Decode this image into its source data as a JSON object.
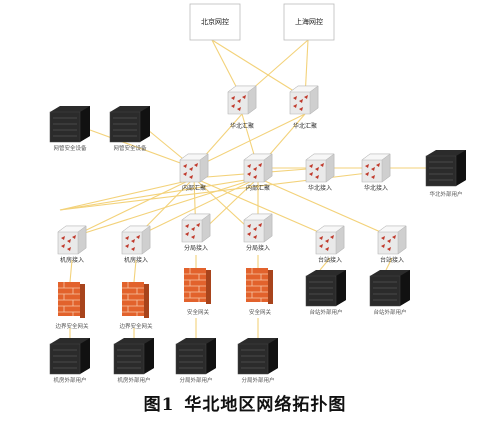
{
  "nodes": {
    "beijing_center": "北京网控",
    "shanghai_center": "上海网控",
    "hub_left": "华北汇聚",
    "hub_right": "华北汇聚",
    "sec_dev_1": "网管安全设备",
    "sec_dev_2": "网管安全设备",
    "agg_left": "内部汇聚",
    "agg_mid": "内部汇聚",
    "access_hb": "华北接入",
    "access_hb2": "华北接入",
    "remote_user": "华北外部用户",
    "room_access_1": "机房接入",
    "room_access_2": "机房接入",
    "branch_access_1": "分局接入",
    "branch_access_2": "分局接入",
    "station_access_1": "台站接入",
    "station_access_2": "台站接入",
    "fw_1": "边界安全网关",
    "fw_2": "边界安全网关",
    "fw_3": "安全网关",
    "fw_4": "安全网关",
    "srv_1": "机房外部用户",
    "srv_2": "机房外部用户",
    "srv_3": "分局外部用户",
    "srv_4": "分局外部用户",
    "srv_5": "台站外部用户",
    "srv_6": "台站外部用户"
  },
  "caption": {
    "figure": "图1",
    "title": "华北地区网络拓扑图"
  },
  "colors": {
    "line": "#f3d27a",
    "router": "#d9d9d9",
    "router_accent": "#c0392b",
    "firewall": "#e2622c",
    "server": "#222222"
  }
}
